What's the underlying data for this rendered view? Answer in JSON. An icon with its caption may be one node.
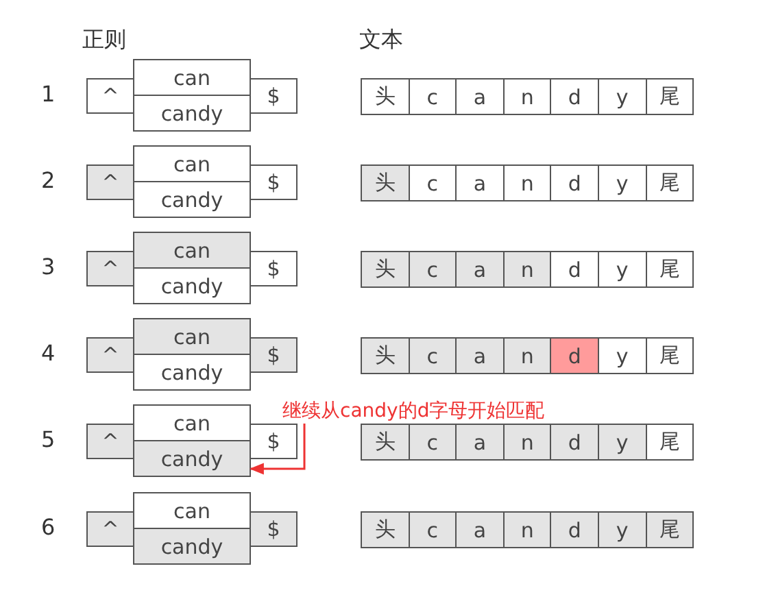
{
  "diagram": {
    "nodes": [
      {
        "text": [
          "^"
        ]
      },
      {
        "text": [
          "can"
        ]
      },
      {
        "text": [
          "candy"
        ]
      },
      {
        "text": [
          "$"
        ]
      },
      {
        "text": [
          "头"
        ]
      },
      {
        "text": [
          "c"
        ]
      },
      {
        "text": [
          "a"
        ]
      },
      {
        "text": [
          "n"
        ]
      },
      {
        "text": [
          "d"
        ]
      },
      {
        "text": [
          "y"
        ]
      },
      {
        "text": [
          "尾"
        ]
      },
      {
        "text": [
          "^"
        ]
      },
      {
        "text": [
          "can"
        ]
      },
      {
        "text": [
          "candy"
        ]
      },
      {
        "text": [
          "$"
        ]
      },
      {
        "text": [
          "头"
        ]
      },
      {
        "text": [
          "c"
        ]
      },
      {
        "text": [
          "a"
        ]
      },
      {
        "text": [
          "n"
        ]
      },
      {
        "text": [
          "d"
        ]
      },
      {
        "text": [
          "y"
        ]
      },
      {
        "text": [
          "尾"
        ]
      },
      {
        "text": [
          "^"
        ]
      },
      {
        "text": [
          "can"
        ]
      },
      {
        "text": [
          "candy"
        ]
      },
      {
        "text": [
          "$"
        ]
      },
      {
        "text": [
          "头"
        ]
      },
      {
        "text": [
          "c"
        ]
      },
      {
        "text": [
          "a"
        ]
      },
      {
        "text": [
          "n"
        ]
      },
      {
        "text": [
          "d"
        ]
      },
      {
        "text": [
          "y"
        ]
      },
      {
        "text": [
          "尾"
        ]
      },
      {
        "text": [
          "^"
        ]
      },
      {
        "text": [
          "can"
        ]
      },
      {
        "text": [
          "candy"
        ]
      },
      {
        "text": [
          "$"
        ]
      },
      {
        "text": [
          "头"
        ]
      },
      {
        "text": [
          "c"
        ]
      },
      {
        "text": [
          "a"
        ]
      },
      {
        "text": [
          "n"
        ]
      },
      {
        "text": [
          "d"
        ]
      },
      {
        "text": [
          "y"
        ]
      },
      {
        "text": [
          "尾"
        ]
      },
      {
        "text": [
          "继续从candy的d字母开始匹配"
        ]
      },
      {
        "text": [
          "^"
        ]
      },
      {
        "text": [
          "can"
        ]
      },
      {
        "text": [
          "candy"
        ]
      },
      {
        "text": [
          "$"
        ]
      },
      {
        "text": [
          "头"
        ]
      },
      {
        "text": [
          "c"
        ]
      },
      {
        "text": [
          "a"
        ]
      },
      {
        "text": [
          "n"
        ]
      },
      {
        "text": [
          "d"
        ]
      },
      {
        "text": [
          "y"
        ]
      },
      {
        "text": [
          "尾"
        ]
      },
      {
        "text": [
          "^"
        ]
      },
      {
        "text": [
          "can"
        ]
      },
      {
        "text": [
          "candy"
        ]
      },
      {
        "text": [
          "$"
        ]
      },
      {
        "text": [
          "头"
        ]
      },
      {
        "text": [
          "c"
        ]
      },
      {
        "text": [
          "a"
        ]
      },
      {
        "text": [
          "n"
        ]
      },
      {
        "text": [
          "d"
        ]
      },
      {
        "text": [
          "y"
        ]
      },
      {
        "text": [
          "尾"
        ]
      }
    ],
    "edges": [
      {
        "from": 44,
        "to": 47,
        "arrow": "to",
        "color": "#ee3333"
      }
    ],
    "labels": [
      "正则",
      "文本",
      "1",
      "2",
      "3",
      "4",
      "5",
      "6"
    ]
  }
}
